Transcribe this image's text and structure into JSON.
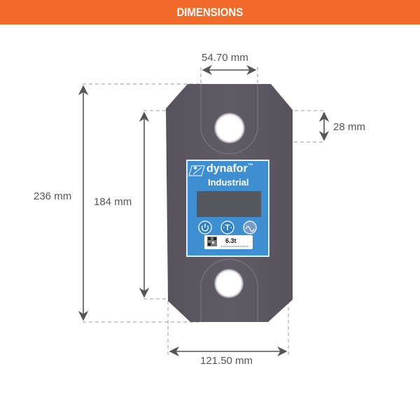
{
  "banner": {
    "title": "DIMENSIONS",
    "color": "#f26a2a"
  },
  "product": {
    "brand": "dynafor",
    "trademark": "™",
    "model": "Industrial",
    "capacity_label": "6.3t",
    "body_color": "#5e5862",
    "panel_color": "#3d8fd1",
    "buttons": [
      {
        "icon": "power-icon"
      },
      {
        "icon": "tare-icon"
      },
      {
        "icon": "radio-link-icon"
      }
    ]
  },
  "dimensions": {
    "total_length": "236 mm",
    "pin_center_distance": "184 mm",
    "hole_diameter": "28 mm",
    "shackle_width": "54.70 mm",
    "body_width": "121.50 mm"
  },
  "colors": {
    "dimension_line": "#555555",
    "guide_line": "#9a9a9a"
  }
}
